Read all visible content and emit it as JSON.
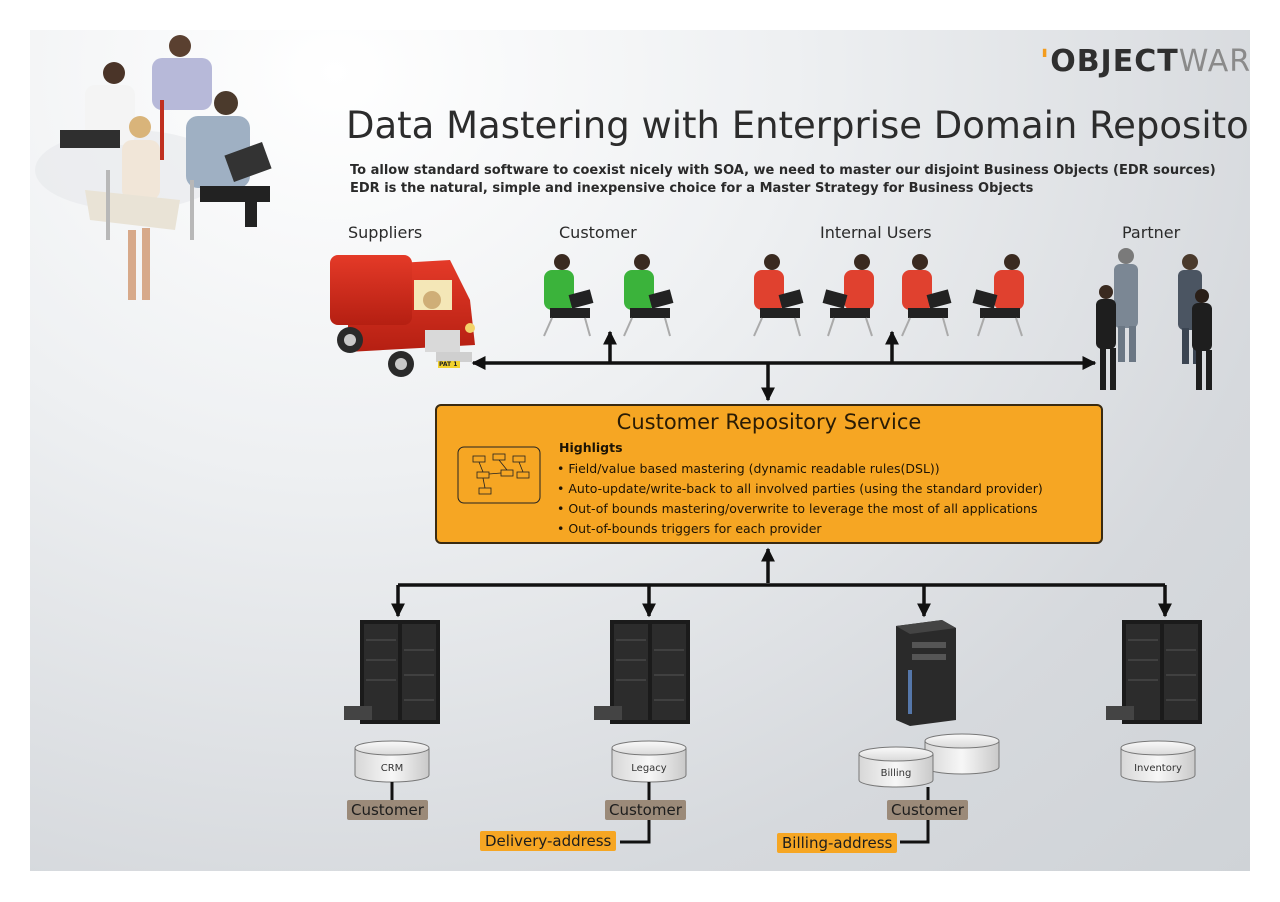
{
  "logo": {
    "tick": "'",
    "strong": "OBJECT",
    "light": "WARE"
  },
  "title": "Data Mastering with Enterprise Domain Repository",
  "subtitle_lines": [
    "To allow standard software to coexist nicely with SOA, we need to master our disjoint Business Objects (EDR sources)",
    "EDR is the natural, simple and inexpensive choice for a Master Strategy for Business Objects"
  ],
  "groups": {
    "suppliers": "Suppliers",
    "customer": "Customer",
    "internal_users": "Internal Users",
    "partner": "Partner"
  },
  "van_plate": "PAT 1",
  "repository": {
    "title": "Customer Repository Service",
    "heading": "Highligts",
    "bullets": [
      "• Field/value based mastering (dynamic readable rules(DSL))",
      "• Auto-update/write-back to all involved parties (using the standard provider)",
      "• Out-of bounds mastering/overwrite to leverage the most of all applications",
      "• Out-of-bounds triggers for each provider"
    ]
  },
  "systems": [
    {
      "db": "CRM",
      "object": "Customer"
    },
    {
      "db": "Legacy",
      "object": "Customer",
      "extra": "Delivery-address"
    },
    {
      "db": "Billing",
      "object": "Customer",
      "extra": "Billing-address"
    },
    {
      "db": "Inventory"
    }
  ],
  "colors": {
    "accent_orange": "#f6a623",
    "tag_gray": "#9b8a79",
    "customer_users": "#3bb33b",
    "internal_users": "#e0412f",
    "line": "#111111"
  }
}
